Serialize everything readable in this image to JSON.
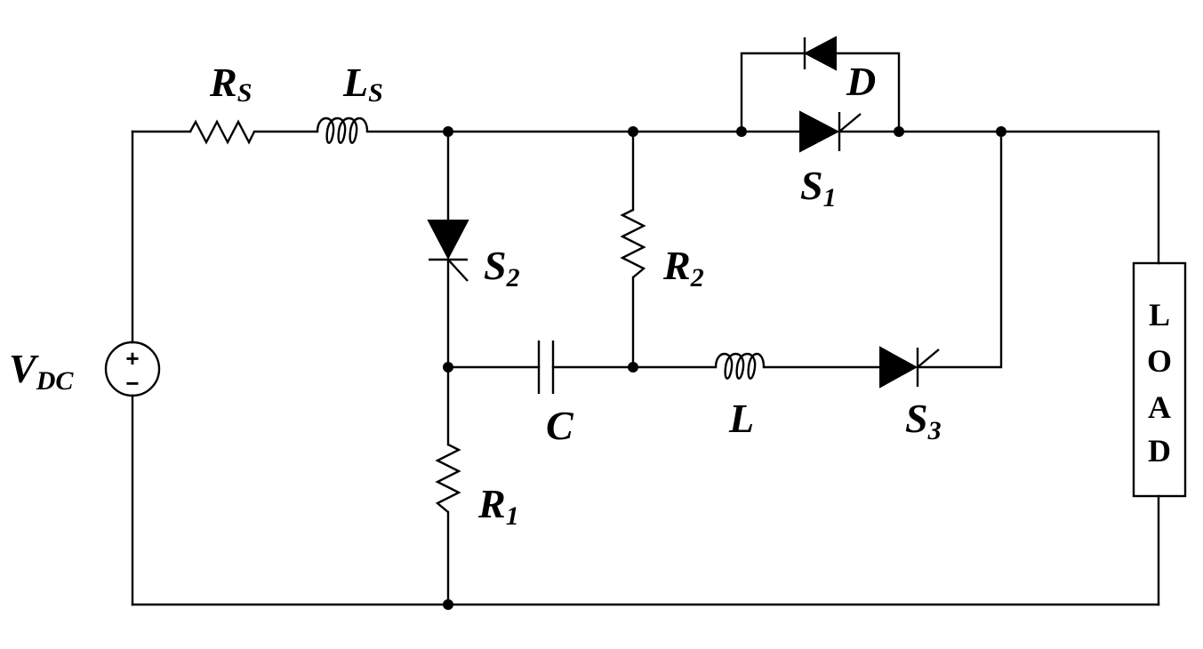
{
  "labels": {
    "vdc": {
      "main": "V",
      "sub": "DC"
    },
    "rs": {
      "main": "R",
      "sub": "S"
    },
    "ls": {
      "main": "L",
      "sub": "S"
    },
    "d": {
      "main": "D",
      "sub": ""
    },
    "s1": {
      "main": "S",
      "sub": "1"
    },
    "s2": {
      "main": "S",
      "sub": "2"
    },
    "s3": {
      "main": "S",
      "sub": "3"
    },
    "r1": {
      "main": "R",
      "sub": "1"
    },
    "r2": {
      "main": "R",
      "sub": "2"
    },
    "c": {
      "main": "C",
      "sub": ""
    },
    "l": {
      "main": "L",
      "sub": ""
    }
  },
  "source": {
    "plus": "+",
    "minus": "−"
  },
  "load": {
    "letters": [
      "L",
      "O",
      "A",
      "D"
    ]
  }
}
